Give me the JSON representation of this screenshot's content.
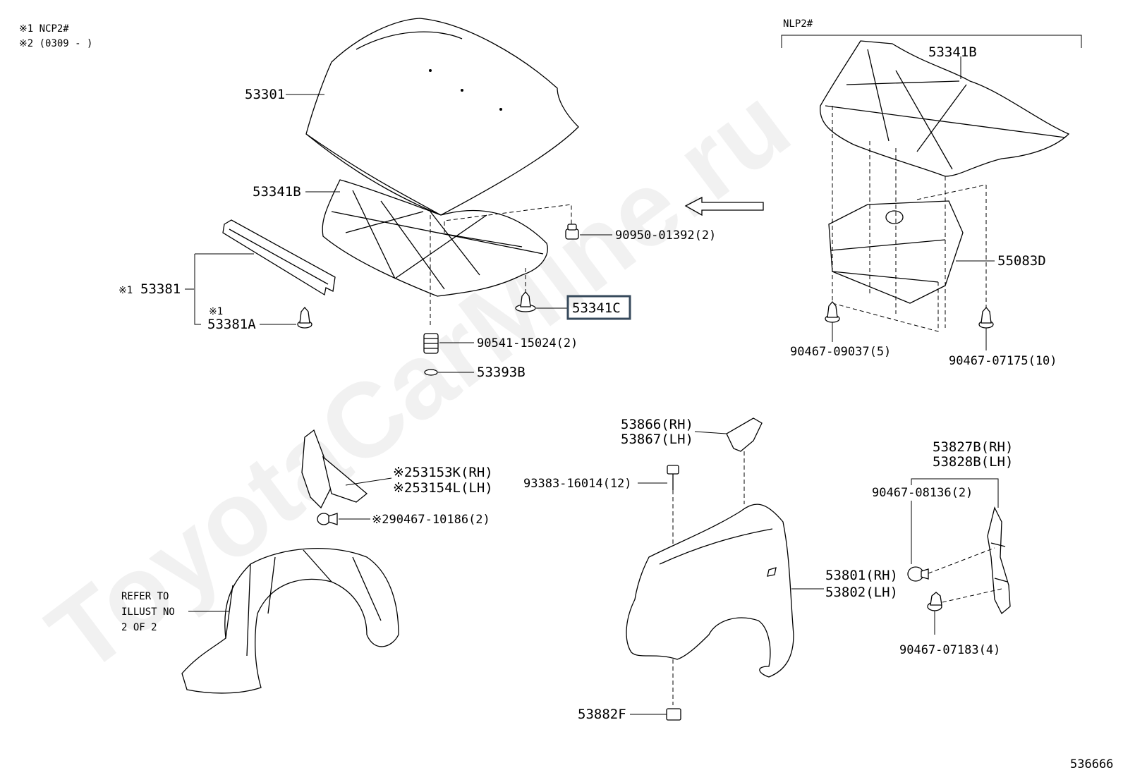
{
  "notes": [
    "※1 NCP2#",
    "※2 (0309 -     )"
  ],
  "watermark": "ToyotaCarMine.ru",
  "group_label": "NLP2#",
  "drawing_number": "536666",
  "highlight_color": "#374a5c",
  "labels": {
    "hood": "53301",
    "hood_insulator": "53341B",
    "hood_insulator_alt": "53341B",
    "hood_lock_support": "53381",
    "hood_lock_support_prefix": "※1",
    "hood_lock_clip": "53381A",
    "hood_lock_clip_prefix": "※1",
    "nut_90950": "90950-01392(2)",
    "insulator_retainer": "53341C",
    "cushion_90541": "90541-15024(2)",
    "ring_53393B": "53393B",
    "undercover_55083D": "55083D",
    "clip_90467_09037": "90467-09037(5)",
    "clip_90467_07175": "90467-07175(10)",
    "seal_rh": "53866(RH)",
    "seal_lh": "53867(LH)",
    "bolt_93383": "93383-16014(12)",
    "fender_rh": "53801(RH)",
    "fender_lh": "53802(LH)",
    "retainer_53882F": "53882F",
    "cover_53827B": "53827B(RH)",
    "cover_53828B": "53828B(LH)",
    "clip_90467_08136": "90467-08136(2)",
    "clip_90467_07183": "90467-07183(4)",
    "liner_53153K": "※253153K(RH)",
    "liner_53154L": "※253154L(LH)",
    "clip_90467_10186": "※290467-10186(2)",
    "refer_line1": "REFER TO",
    "refer_line2": "ILLUST NO",
    "refer_line3": "2 OF 2"
  }
}
